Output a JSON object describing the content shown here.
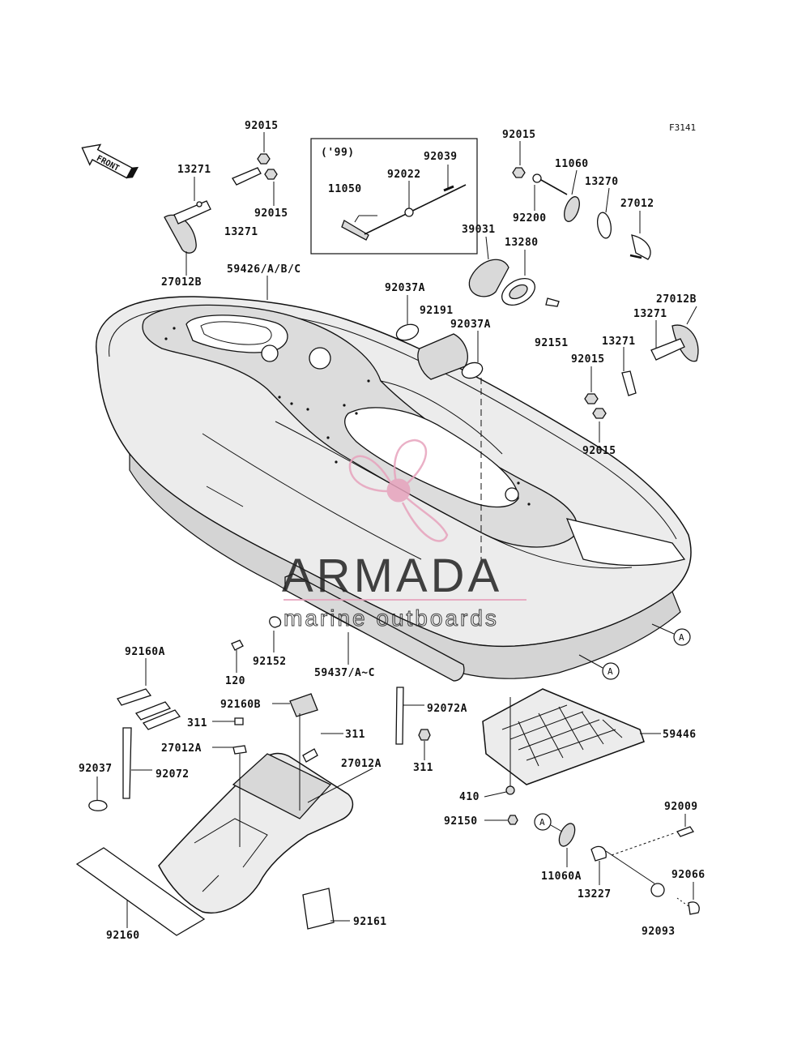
{
  "figure_code": "F3141",
  "front_label": "FRONT",
  "inset_year": "('99)",
  "callouts": [
    {
      "id": "c1",
      "text": "92015"
    },
    {
      "id": "c2",
      "text": "13271"
    },
    {
      "id": "c3",
      "text": "92015"
    },
    {
      "id": "c4",
      "text": "13271"
    },
    {
      "id": "c5",
      "text": "27012B"
    },
    {
      "id": "c6",
      "text": "59426/A/B/C"
    },
    {
      "id": "c7",
      "text": "92039"
    },
    {
      "id": "c8",
      "text": "92022"
    },
    {
      "id": "c9",
      "text": "11050"
    },
    {
      "id": "c10",
      "text": "92015"
    },
    {
      "id": "c11",
      "text": "11060"
    },
    {
      "id": "c12",
      "text": "13270"
    },
    {
      "id": "c13",
      "text": "27012"
    },
    {
      "id": "c14",
      "text": "92200"
    },
    {
      "id": "c15",
      "text": "39031"
    },
    {
      "id": "c16",
      "text": "13280"
    },
    {
      "id": "c17",
      "text": "92037A"
    },
    {
      "id": "c18",
      "text": "92191"
    },
    {
      "id": "c19",
      "text": "92037A"
    },
    {
      "id": "c20",
      "text": "27012B"
    },
    {
      "id": "c21",
      "text": "13271"
    },
    {
      "id": "c22",
      "text": "92151"
    },
    {
      "id": "c23",
      "text": "13271"
    },
    {
      "id": "c24",
      "text": "92015"
    },
    {
      "id": "c25",
      "text": "92015"
    },
    {
      "id": "c26",
      "text": "92160A"
    },
    {
      "id": "c27",
      "text": "120"
    },
    {
      "id": "c28",
      "text": "92152"
    },
    {
      "id": "c29",
      "text": "59437/A~C"
    },
    {
      "id": "c30",
      "text": "92160B"
    },
    {
      "id": "c31",
      "text": "311"
    },
    {
      "id": "c32",
      "text": "311"
    },
    {
      "id": "c33",
      "text": "92072A"
    },
    {
      "id": "c34",
      "text": "27012A"
    },
    {
      "id": "c35",
      "text": "27012A"
    },
    {
      "id": "c36",
      "text": "311"
    },
    {
      "id": "c37",
      "text": "92037"
    },
    {
      "id": "c38",
      "text": "92072"
    },
    {
      "id": "c39",
      "text": "59446"
    },
    {
      "id": "c40",
      "text": "410"
    },
    {
      "id": "c41",
      "text": "92150"
    },
    {
      "id": "c42",
      "text": "92009"
    },
    {
      "id": "c43",
      "text": "11060A"
    },
    {
      "id": "c44",
      "text": "13227"
    },
    {
      "id": "c45",
      "text": "92066"
    },
    {
      "id": "c46",
      "text": "92093"
    },
    {
      "id": "c47",
      "text": "92161"
    },
    {
      "id": "c48",
      "text": "92160"
    }
  ],
  "refs": [
    {
      "id": "r1",
      "text": "A"
    },
    {
      "id": "r2",
      "text": "A"
    },
    {
      "id": "r3",
      "text": "A"
    }
  ],
  "watermark": {
    "brand": "ARMADA",
    "tagline": "marine outboards",
    "logo_color": "#e7a3bd",
    "icon": "propeller-logo-icon"
  }
}
